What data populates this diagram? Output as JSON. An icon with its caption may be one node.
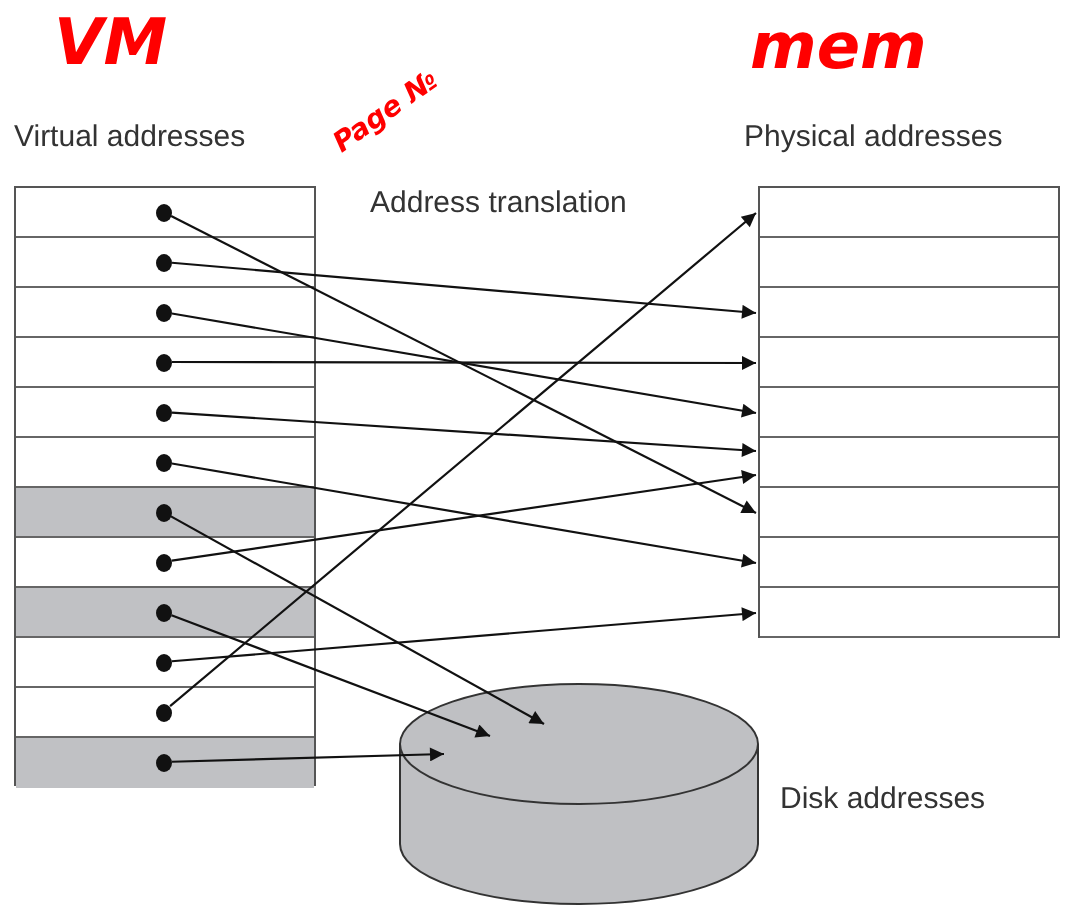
{
  "diagram": {
    "nodes": [
      {
        "text": [
          "Virtual addresses"
        ]
      },
      {
        "text": [],
        "shape": "circle",
        "in": 0
      },
      {
        "text": [],
        "shape": "circle",
        "in": 0
      },
      {
        "text": [],
        "shape": "circle",
        "in": 0
      },
      {
        "text": [],
        "shape": "circle",
        "in": 0
      },
      {
        "text": [],
        "shape": "circle",
        "in": 0
      },
      {
        "text": [],
        "shape": "circle",
        "in": 0
      },
      {
        "text": [],
        "shape": "circle",
        "in": 0
      },
      {
        "text": [],
        "shape": "circle",
        "in": 0
      },
      {
        "text": [],
        "shape": "circle",
        "in": 0
      },
      {
        "text": [],
        "shape": "circle",
        "in": 0
      },
      {
        "text": [],
        "shape": "circle",
        "in": 0
      },
      {
        "text": [],
        "shape": "circle",
        "in": 0
      },
      {
        "text": [
          "Physical addresses"
        ]
      },
      {
        "text": [],
        "shape": "box",
        "in": 13
      },
      {
        "text": [],
        "shape": "box",
        "in": 13
      },
      {
        "text": [],
        "shape": "box",
        "in": 13
      },
      {
        "text": [],
        "shape": "box",
        "in": 13
      },
      {
        "text": [],
        "shape": "box",
        "in": 13
      },
      {
        "text": [],
        "shape": "box",
        "in": 13
      },
      {
        "text": [],
        "shape": "box",
        "in": 13
      },
      {
        "text": [],
        "shape": "box",
        "in": 13
      },
      {
        "text": [],
        "shape": "box",
        "in": 13
      },
      {
        "text": [],
        "shape": "cylinder",
        "beside": [
          "Disk addresses"
        ]
      }
    ],
    "edges": [
      {
        "from": 1,
        "to": 20,
        "arrow": "to"
      },
      {
        "from": 2,
        "to": 16,
        "arrow": "to"
      },
      {
        "from": 3,
        "to": 18,
        "arrow": "to"
      },
      {
        "from": 4,
        "to": 17,
        "arrow": "to"
      },
      {
        "from": 5,
        "to": 19,
        "arrow": "to"
      },
      {
        "from": 6,
        "to": 21,
        "arrow": "to"
      },
      {
        "from": 7,
        "to": 23,
        "arrow": "to"
      },
      {
        "from": 8,
        "to": 19,
        "arrow": "to"
      },
      {
        "from": 9,
        "to": 23,
        "arrow": "to"
      },
      {
        "from": 10,
        "to": 22,
        "arrow": "to"
      },
      {
        "from": 11,
        "to": 14,
        "arrow": "to"
      },
      {
        "from": 12,
        "to": 23,
        "arrow": "to"
      }
    ],
    "labels": [
      "VM",
      "Page №",
      "mem",
      "Address translation"
    ]
  }
}
